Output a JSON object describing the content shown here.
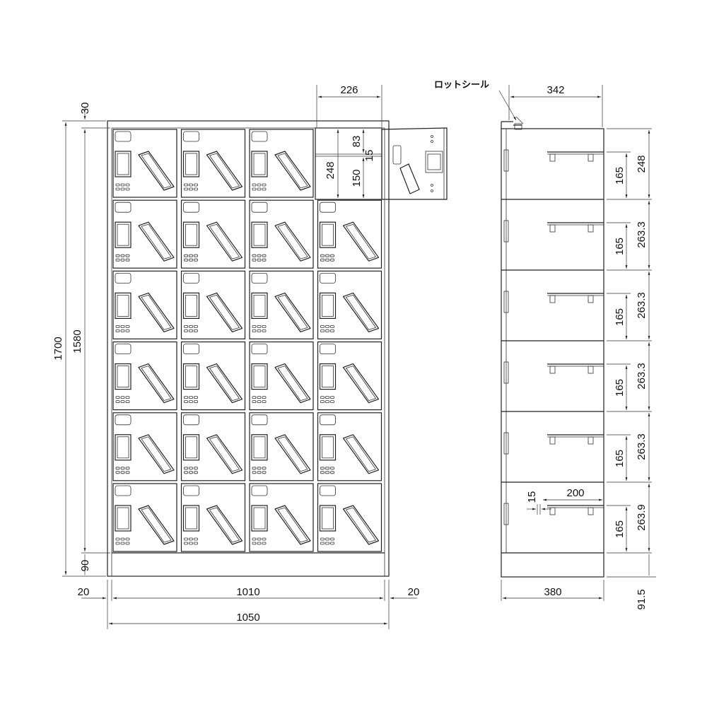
{
  "front_view": {
    "rows": 6,
    "columns": 4,
    "open_door": {
      "row": 0,
      "column": 3
    },
    "dims": {
      "total_height": "1700",
      "inner_height": "1580",
      "top_gap": "30",
      "base_height": "90",
      "left_side": "20",
      "inner_width": "1010",
      "right_side": "20",
      "total_width": "1050",
      "open_width": "226",
      "open_height": "248",
      "open_upper": "83",
      "open_gap": "15",
      "open_lower": "150"
    }
  },
  "side_view": {
    "label_seal": "ロットシール",
    "dims": {
      "depth_top": "342",
      "depth_bottom": "380",
      "base": "91.5",
      "hook_gap": "15",
      "hook_width": "200",
      "compartments": [
        {
          "height": "248",
          "inner": "165"
        },
        {
          "height": "263.3",
          "inner": "165"
        },
        {
          "height": "263.3",
          "inner": "165"
        },
        {
          "height": "263.3",
          "inner": "165"
        },
        {
          "height": "263.3",
          "inner": "165"
        },
        {
          "height": "263.9",
          "inner": "165"
        }
      ]
    }
  }
}
